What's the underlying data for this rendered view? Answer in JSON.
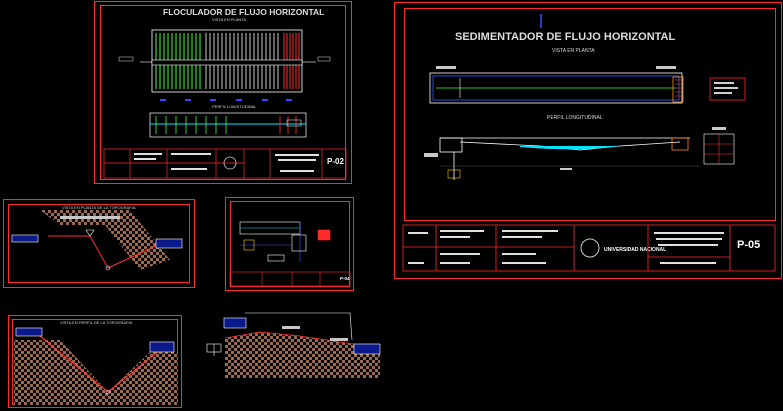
{
  "sheet1": {
    "title": "FLOCULADOR DE FLUJO HORIZONTAL",
    "subtitle": "VISTA EN PLANTA",
    "profile_label": "PERFIL LONGITUDINAL",
    "code": "P-02"
  },
  "sheet2": {
    "title": "SEDIMENTADOR DE FLUJO HORIZONTAL",
    "subtitle": "VISTA EN PLANTA",
    "profile_label": "PERFIL LONGITUDINAL",
    "code": "P-05",
    "university": "UNIVERSIDAD NACIONAL"
  },
  "sheet3": {
    "title": "VISTA EN PLANTA DE LA TOPOGRAFIA"
  },
  "sheet4": {
    "code": "P-04"
  },
  "sheet5": {
    "title": "VISTA EN PERFIL DE LA TOPOGRAFIA"
  },
  "colors": {
    "frame": "#ff2a2a",
    "water": "#00e5ff",
    "tag": "#0b1a8a"
  }
}
